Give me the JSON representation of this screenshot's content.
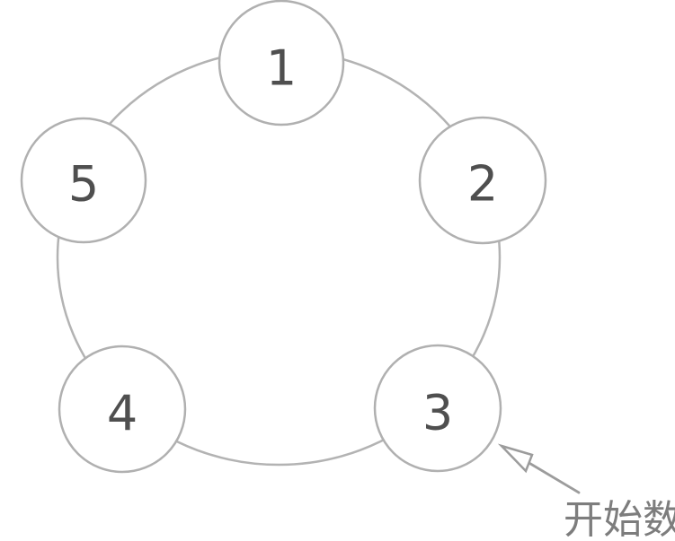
{
  "diagram": {
    "nodes": [
      {
        "label": "1"
      },
      {
        "label": "2"
      },
      {
        "label": "3"
      },
      {
        "label": "4"
      },
      {
        "label": "5"
      }
    ],
    "annotation": {
      "text": "开始数"
    }
  },
  "colors": {
    "ring_stroke": "#b3b3b3",
    "node_stroke": "#b0b0b0",
    "node_fill": "#ffffff",
    "number_text": "#4f4f4f",
    "arrow": "#9c9c9c",
    "annotation_text": "#7d7d7d",
    "background": "#ffffff"
  }
}
